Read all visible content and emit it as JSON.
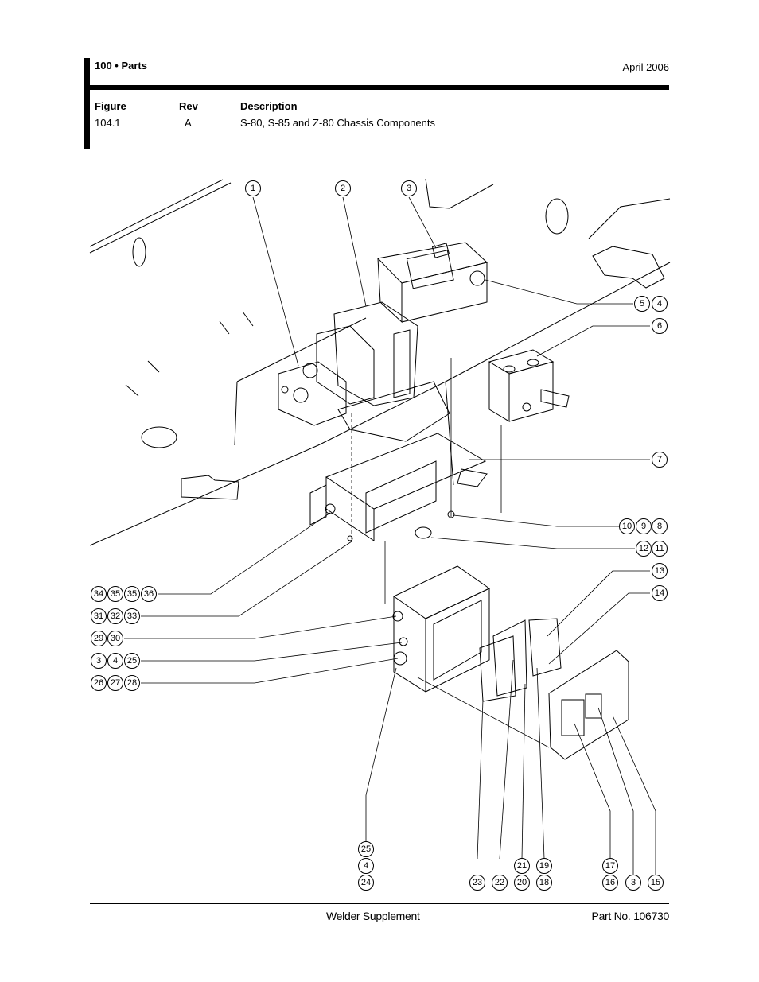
{
  "header": {
    "section": "100 • Parts",
    "date": "April  2006"
  },
  "table": {
    "columns": [
      "Figure",
      "Rev",
      "Description"
    ],
    "row": {
      "figure": "104.1",
      "rev": "A",
      "description": "S-80, S-85 and Z-80 Chassis Components"
    }
  },
  "callouts": [
    {
      "n": "1"
    },
    {
      "n": "2"
    },
    {
      "n": "3"
    },
    {
      "n": "5"
    },
    {
      "n": "4"
    },
    {
      "n": "6"
    },
    {
      "n": "7"
    },
    {
      "n": "10"
    },
    {
      "n": "9"
    },
    {
      "n": "8"
    },
    {
      "n": "12"
    },
    {
      "n": "11"
    },
    {
      "n": "13"
    },
    {
      "n": "14"
    },
    {
      "n": "34"
    },
    {
      "n": "35"
    },
    {
      "n": "35"
    },
    {
      "n": "36"
    },
    {
      "n": "31"
    },
    {
      "n": "32"
    },
    {
      "n": "33"
    },
    {
      "n": "29"
    },
    {
      "n": "30"
    },
    {
      "n": "3"
    },
    {
      "n": "4"
    },
    {
      "n": "25"
    },
    {
      "n": "26"
    },
    {
      "n": "27"
    },
    {
      "n": "28"
    },
    {
      "n": "25"
    },
    {
      "n": "4"
    },
    {
      "n": "24"
    },
    {
      "n": "23"
    },
    {
      "n": "22"
    },
    {
      "n": "21"
    },
    {
      "n": "20"
    },
    {
      "n": "19"
    },
    {
      "n": "18"
    },
    {
      "n": "17"
    },
    {
      "n": "16"
    },
    {
      "n": "3"
    },
    {
      "n": "15"
    }
  ],
  "footer": {
    "title": "Welder Supplement",
    "part_no": "Part No. 106730"
  }
}
